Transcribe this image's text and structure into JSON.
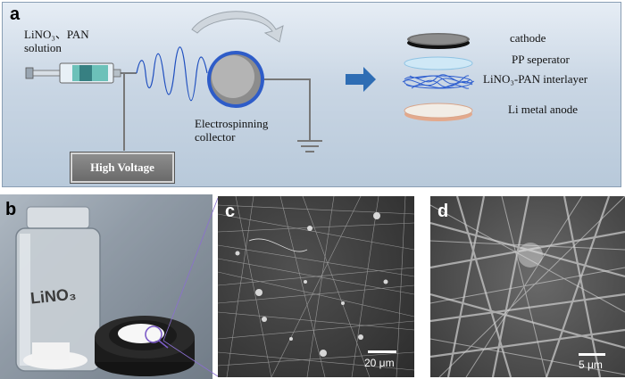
{
  "panel_a": {
    "label": "a",
    "solution_label": "LiNO₃、PAN\nsolution",
    "high_voltage": "High Voltage",
    "collector_label": "Electrospinning\ncollector",
    "layers": [
      "cathode",
      "PP seperator",
      "LiNO₃-PAN interlayer",
      "Li metal anode"
    ]
  },
  "panel_b": {
    "label": "b",
    "vial_text": "LiNO₃"
  },
  "panel_c": {
    "label": "c",
    "scale": "20 μm"
  },
  "panel_d": {
    "label": "d",
    "scale": "5 μm"
  },
  "colors": {
    "panel_bg": "#c9d6e4",
    "arrow": "#2e6db4",
    "fiber": "#1f4fbf",
    "halo": "#2e5cc8"
  }
}
